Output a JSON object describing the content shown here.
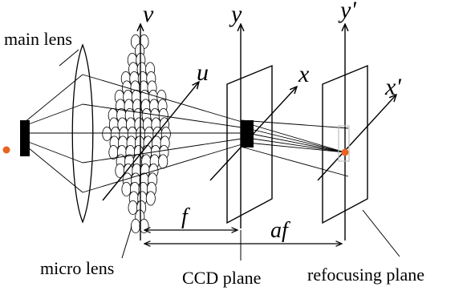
{
  "labels": {
    "main_lens": "main lens",
    "micro_lens": "micro lens",
    "ccd_plane": "CCD plane",
    "refocusing_plane": "refocusing plane"
  },
  "axes": {
    "v": "v",
    "u": "u",
    "y": "y",
    "x": "x",
    "y_prime": "y'",
    "x_prime": "x'"
  },
  "dimensions": {
    "f": "f",
    "af": "af"
  },
  "colors": {
    "point_source": "#e8641e",
    "lines": "#000000",
    "focus_box": "#bdbdbd"
  }
}
